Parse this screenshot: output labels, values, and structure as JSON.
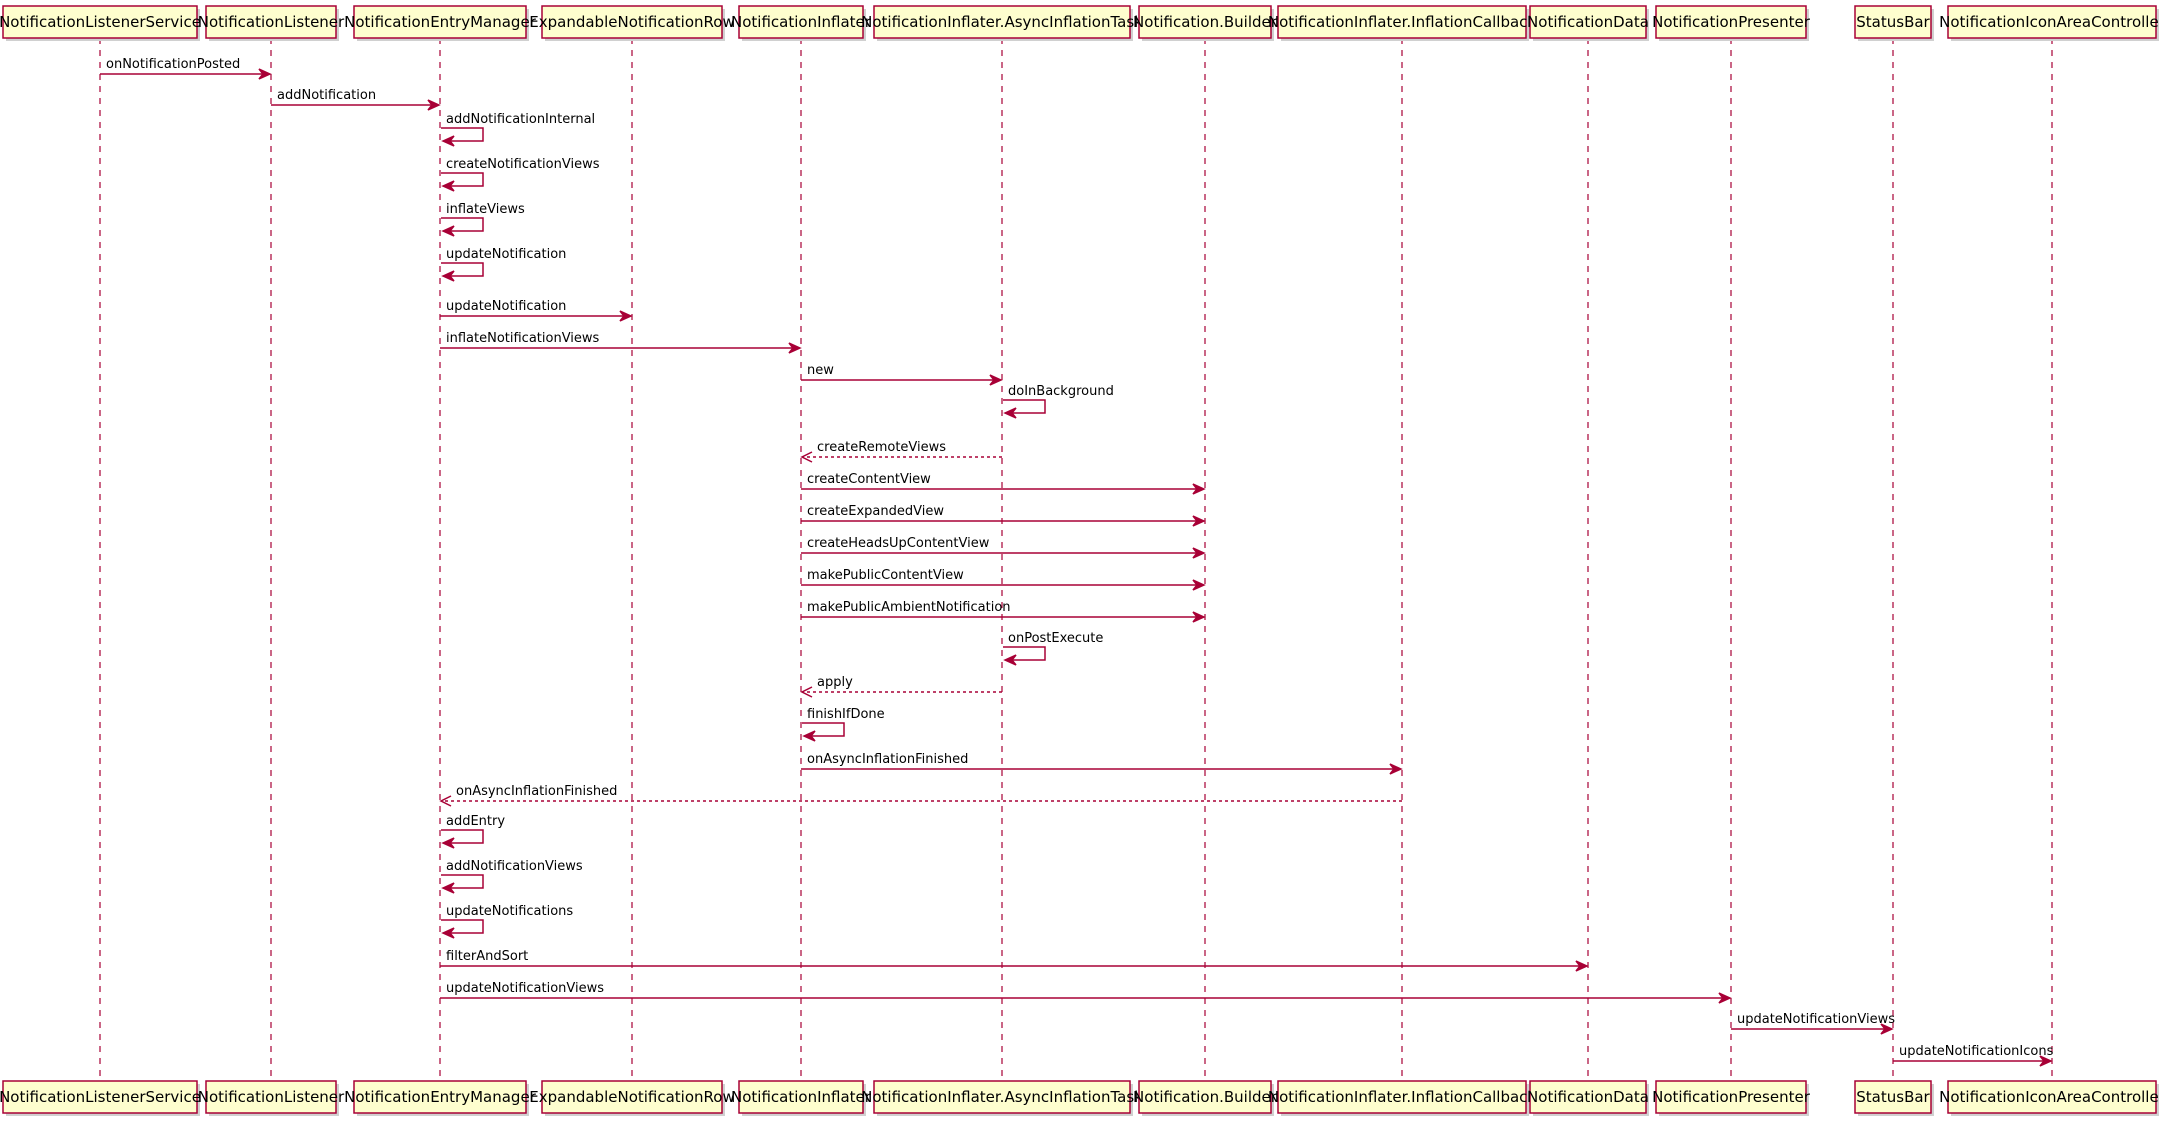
{
  "participants": [
    {
      "id": "p0",
      "label": "NotificationListenerService"
    },
    {
      "id": "p1",
      "label": "NotificationListener"
    },
    {
      "id": "p2",
      "label": "NotificationEntryManager"
    },
    {
      "id": "p3",
      "label": "ExpandableNotificationRow"
    },
    {
      "id": "p4",
      "label": "NotificationInflater"
    },
    {
      "id": "p5",
      "label": "NotificationInflater.AsyncInflationTask"
    },
    {
      "id": "p6",
      "label": "Notification.Builder"
    },
    {
      "id": "p7",
      "label": "NotificationInflater.InflationCallback"
    },
    {
      "id": "p8",
      "label": "NotificationData"
    },
    {
      "id": "p9",
      "label": "NotificationPresenter"
    },
    {
      "id": "p10",
      "label": "StatusBar"
    },
    {
      "id": "p11",
      "label": "NotificationIconAreaController"
    }
  ],
  "messages": [
    {
      "from": 0,
      "to": 1,
      "label": "onNotificationPosted",
      "kind": "call"
    },
    {
      "from": 1,
      "to": 2,
      "label": "addNotification",
      "kind": "call"
    },
    {
      "from": 2,
      "to": 2,
      "label": "addNotificationInternal",
      "kind": "self"
    },
    {
      "from": 2,
      "to": 2,
      "label": "createNotificationViews",
      "kind": "self"
    },
    {
      "from": 2,
      "to": 2,
      "label": "inflateViews",
      "kind": "self"
    },
    {
      "from": 2,
      "to": 2,
      "label": "updateNotification",
      "kind": "self"
    },
    {
      "from": 2,
      "to": 3,
      "label": "updateNotification",
      "kind": "call"
    },
    {
      "from": 2,
      "to": 4,
      "label": "inflateNotificationViews",
      "kind": "call"
    },
    {
      "from": 4,
      "to": 5,
      "label": "new",
      "kind": "call"
    },
    {
      "from": 5,
      "to": 5,
      "label": "doInBackground",
      "kind": "self"
    },
    {
      "from": 5,
      "to": 4,
      "label": "createRemoteViews",
      "kind": "return"
    },
    {
      "from": 4,
      "to": 6,
      "label": "createContentView",
      "kind": "call"
    },
    {
      "from": 4,
      "to": 6,
      "label": "createExpandedView",
      "kind": "call"
    },
    {
      "from": 4,
      "to": 6,
      "label": "createHeadsUpContentView",
      "kind": "call"
    },
    {
      "from": 4,
      "to": 6,
      "label": "makePublicContentView",
      "kind": "call"
    },
    {
      "from": 4,
      "to": 6,
      "label": "makePublicAmbientNotification",
      "kind": "call"
    },
    {
      "from": 5,
      "to": 5,
      "label": "onPostExecute",
      "kind": "self"
    },
    {
      "from": 5,
      "to": 4,
      "label": "apply",
      "kind": "return"
    },
    {
      "from": 4,
      "to": 4,
      "label": "finishIfDone",
      "kind": "self"
    },
    {
      "from": 4,
      "to": 7,
      "label": "onAsyncInflationFinished",
      "kind": "call"
    },
    {
      "from": 7,
      "to": 2,
      "label": "onAsyncInflationFinished",
      "kind": "return"
    },
    {
      "from": 2,
      "to": 2,
      "label": "addEntry",
      "kind": "self"
    },
    {
      "from": 2,
      "to": 2,
      "label": "addNotificationViews",
      "kind": "self"
    },
    {
      "from": 2,
      "to": 2,
      "label": "updateNotifications",
      "kind": "self"
    },
    {
      "from": 2,
      "to": 8,
      "label": "filterAndSort",
      "kind": "call"
    },
    {
      "from": 2,
      "to": 9,
      "label": "updateNotificationViews",
      "kind": "call"
    },
    {
      "from": 9,
      "to": 10,
      "label": "updateNotificationViews",
      "kind": "call"
    },
    {
      "from": 10,
      "to": 11,
      "label": "updateNotificationIcons",
      "kind": "call"
    }
  ],
  "colors": {
    "line": "#A80036",
    "box_fill": "#FEFECE",
    "box_border": "#A80036",
    "text": "#000000"
  }
}
